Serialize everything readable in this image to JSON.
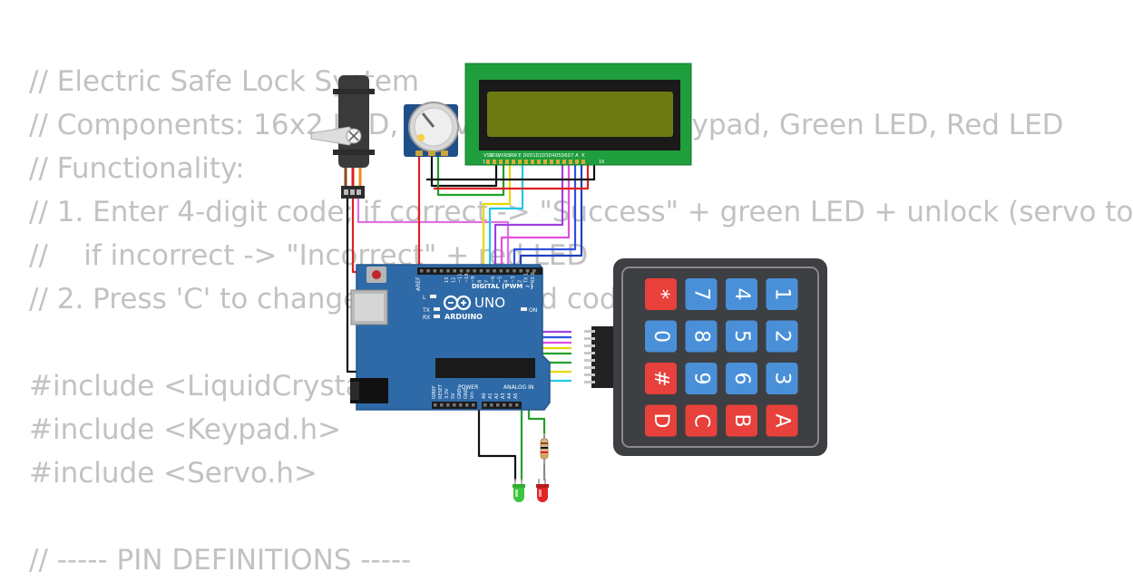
{
  "code_lines": [
    "// Electric Safe Lock System",
    "// Components: 16x2 LCD, Servo Motor, 4x4 Keypad, Green LED, Red LED",
    "// Functionality:",
    "// 1. Enter 4-digit code; if correct -> \"Success\" + green LED + unlock (servo to",
    "//    if incorrect -> \"Incorrect\" + red LED",
    "// 2. Press 'C' to change the password code in lock mode",
    "",
    "#include <LiquidCrystal.h>",
    "#include <Keypad.h>",
    "#include <Servo.h>",
    "",
    "// ----- PIN DEFINITIONS -----"
  ],
  "arduino": {
    "brand": "ARDUINO",
    "model": "UNO",
    "digital_header": "DIGITAL (PWM ~)",
    "on_label": "ON",
    "l_label": "L",
    "tx_label": "TX",
    "rx_label": "RX",
    "aref_label": "AREF",
    "gnd_label": "GND",
    "power_label": "POWER",
    "analog_label": "ANALOG IN",
    "power_pins": [
      "IOREF",
      "RESET",
      "3.3V",
      "5V",
      "GND",
      "GND",
      "Vin"
    ],
    "analog_pins": [
      "A0",
      "A1",
      "A2",
      "A3",
      "A4",
      "A5"
    ],
    "digital_pins": [
      "13",
      "12",
      "~11",
      "~10",
      "~9",
      "8",
      "7",
      "~6",
      "~5",
      "4",
      "~3",
      "2",
      "TX 1",
      "RX 0"
    ]
  },
  "lcd": {
    "pins": [
      "VSS",
      "VDD",
      "V0",
      "RS",
      "RW",
      "E",
      "D0",
      "D1",
      "D2",
      "D3",
      "D4",
      "D5",
      "D6",
      "D7",
      "A",
      "K"
    ],
    "pin_range": [
      "1",
      "16"
    ]
  },
  "keypad": {
    "keys": [
      [
        "*",
        "7",
        "4",
        "1"
      ],
      [
        "0",
        "8",
        "5",
        "2"
      ],
      [
        "#",
        "9",
        "6",
        "3"
      ],
      [
        "D",
        "C",
        "B",
        "A"
      ]
    ],
    "red_keys": [
      "*",
      "#",
      "D",
      "C",
      "B",
      "A"
    ]
  },
  "colors": {
    "code_text": "#c2c2c2",
    "board_blue": "#2f6aa8",
    "lcd_green": "#1f9e3d",
    "lcd_screen": "#6d7a14",
    "keypad_body": "#3e3f42",
    "key_red": "#e8403b",
    "key_blue": "#4a90d9",
    "led_green": "#3ec43e",
    "led_red": "#e02626"
  }
}
